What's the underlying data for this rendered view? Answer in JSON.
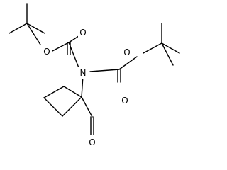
{
  "atoms": {
    "o_ester_left": "O",
    "o_carbonyl_left": "O",
    "o_ester_right": "O",
    "o_carbonyl_right": "O",
    "n_center": "N",
    "o_aldehyde": "O"
  }
}
